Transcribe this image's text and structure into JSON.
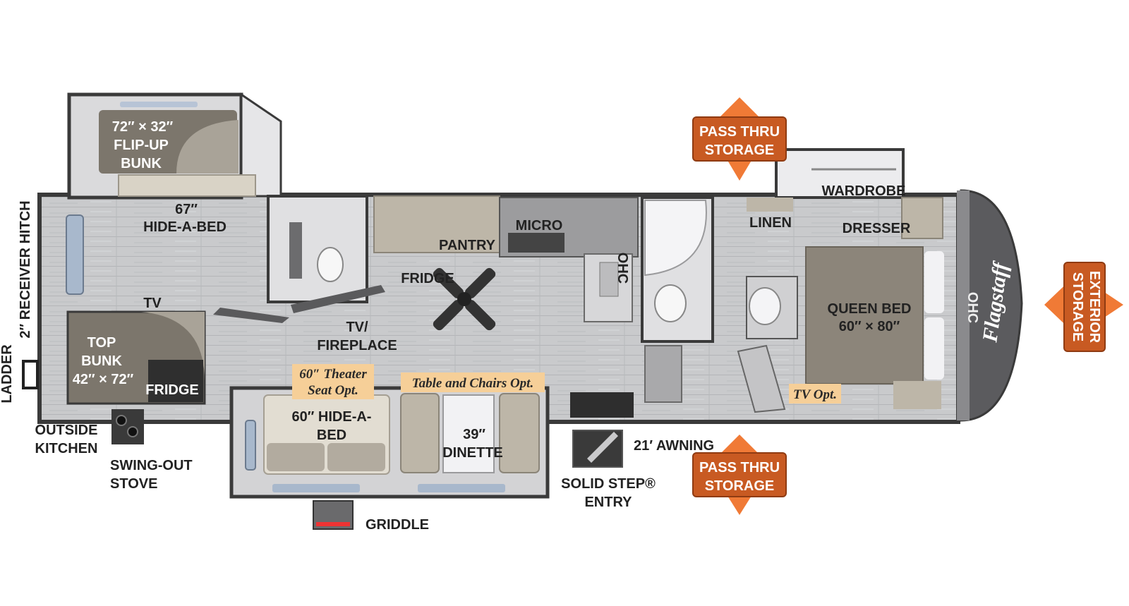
{
  "colors": {
    "wall": "#3a3a3a",
    "floor": "#c9cacc",
    "floor_light": "#dcdcde",
    "fabric": "#8c857a",
    "cabinet": "#bdb6a8",
    "badge_fill": "#c85a22",
    "badge_stroke": "#8f3b12",
    "badge_arrow": "#f07a36",
    "option_fill": "#f6cf98",
    "cap": "#5b5b5e"
  },
  "labels": {
    "flip_up_bunk": [
      "72″ × 32″",
      "FLIP-UP",
      "BUNK"
    ],
    "hide_a_bed_67": [
      "67″",
      "HIDE-A-BED"
    ],
    "receiver_hitch": "2″ RECEIVER HITCH",
    "ladder": "LADDER",
    "tv_left": "TV",
    "top_bunk": [
      "TOP",
      "BUNK",
      "42″ × 72″"
    ],
    "fridge_bunk": "FRIDGE",
    "outside_kitchen": [
      "OUTSIDE",
      "KITCHEN"
    ],
    "swing_out_stove": [
      "SWING-OUT",
      "STOVE"
    ],
    "pantry": "PANTRY",
    "micro": "MICRO",
    "fridge_kitchen": "FRIDGE",
    "ohc_kitchen": "OHC",
    "tv_fireplace": [
      "TV/",
      "FIREPLACE"
    ],
    "theater_seat": [
      "60″ Theater",
      "Seat Opt."
    ],
    "table_chairs": "Table and Chairs Opt.",
    "hide_a_bed_60": [
      "60″ HIDE-A-",
      "BED"
    ],
    "dinette": [
      "39″",
      "DINETTE"
    ],
    "griddle": "GRIDDLE",
    "awning": "21′ AWNING",
    "solid_step": [
      "SOLID STEP®",
      "ENTRY"
    ],
    "linen": "LINEN",
    "wardrobe": "WARDROBE",
    "dresser": "DRESSER",
    "queen_bed": [
      "QUEEN BED",
      "60″ × 80″"
    ],
    "tv_opt": "TV Opt.",
    "ohc_front": "OHC",
    "brand": "Flagstaff"
  },
  "badges": {
    "pass_thru_top": [
      "PASS THRU",
      "STORAGE"
    ],
    "pass_thru_bottom": [
      "PASS THRU",
      "STORAGE"
    ],
    "exterior_storage": [
      "EXTERIOR",
      "STORAGE"
    ]
  }
}
